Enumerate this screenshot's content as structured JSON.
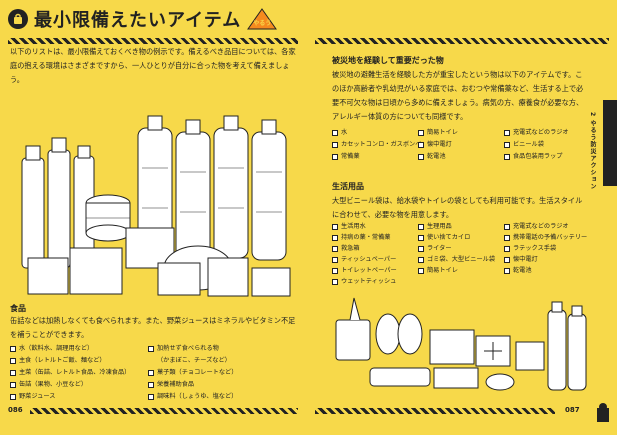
{
  "title": {
    "text": "最小限備えたいアイテム",
    "tag": "やるう"
  },
  "intro": "以下のリストは、最小限備えておくべき物の例示です。備えるべき品目については、各家庭の抱える環境はさまざまですから、一人ひとりが自分に合った物を考えて備えましょう。",
  "food": {
    "heading": "食品",
    "text": "缶詰などは加熱しなくても食べられます。また、野菜ジュースはミネラルやビタミン不足を補うことができます。",
    "items": [
      "水（飲料水、調理用など）",
      "主食（レトルトご飯、麺など）",
      "主菜（缶詰、レトルト食品、冷凍食品）",
      "缶詰（果物、小豆など）",
      "野菜ジュース",
      "加熱せず食べられる物",
      "（かまぼこ、チーズなど）",
      "菓子類（チョコレートなど）",
      "栄養補助食品",
      "調味料（しょうゆ、塩など）"
    ]
  },
  "disaster": {
    "heading": "被災地を経験して重要だった物",
    "text": "被災地の避難生活を経験した方が重宝したという物は以下のアイテムです。このほか高齢者や乳幼児がいる家庭では、おむつや常備薬など、生活する上で必要不可欠な物は日頃から多めに備えましょう。病気の方、療養食が必要な方、アレルギー体質の方についても同様です。",
    "items": [
      "水",
      "カセットコンロ・ガスボンベ",
      "常備薬",
      "簡易トイレ",
      "懐中電灯",
      "乾電池",
      "充電式などのラジオ",
      "ビニール袋",
      "食品包装用ラップ"
    ]
  },
  "daily": {
    "heading": "生活用品",
    "text": "大型ビニール袋は、給水袋やトイレの袋としても利用可能です。生活スタイルに合わせて、必要な物を用意します。",
    "items": [
      "生活用水",
      "持病の薬・常備薬",
      "救急箱",
      "ティッシュペーパー",
      "トイレットペーパー",
      "ウェットティッシュ",
      "生理用品",
      "使い捨てカイロ",
      "ライター",
      "ゴミ袋、大型ビニール袋",
      "簡易トイレ",
      "充電式などのラジオ",
      "携帯電話の予備バッテリー",
      "ラテックス手袋",
      "懐中電灯",
      "乾電池"
    ]
  },
  "sidebar": {
    "text": "2 やるう防災アクション"
  },
  "page_left": "086",
  "page_right": "087"
}
